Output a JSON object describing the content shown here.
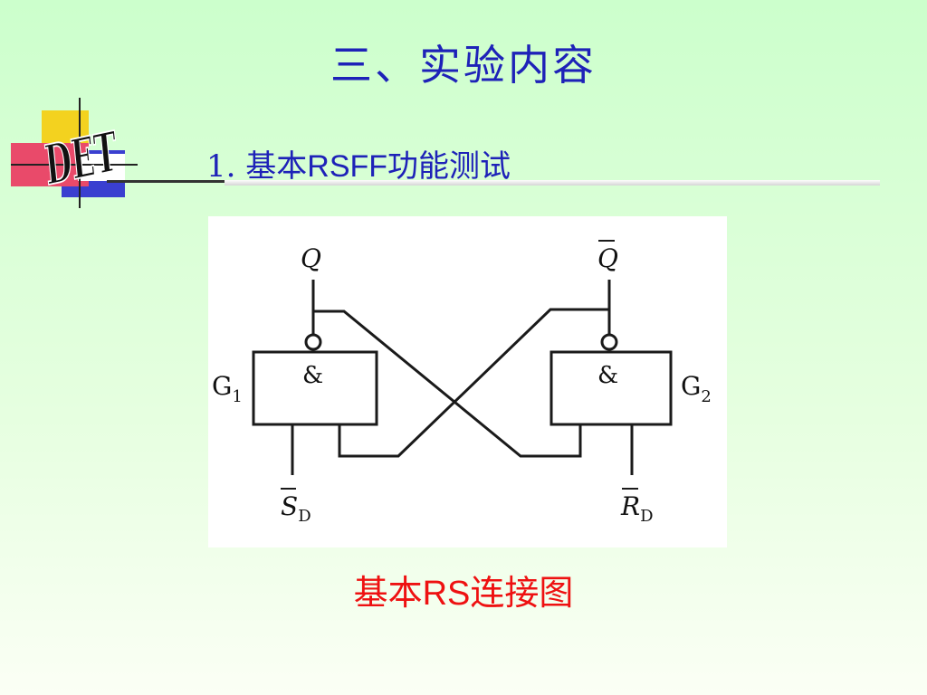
{
  "page": {
    "title": "三、实验内容",
    "logo_text": "DET",
    "subtitle": {
      "number": "1.",
      "prefix": "基本",
      "latin": "RSFF",
      "suffix": "功能测试"
    },
    "caption": {
      "prefix": "基本",
      "latin": "RS",
      "suffix": "连接图"
    }
  },
  "diagram": {
    "gate_left": {
      "symbol": "&",
      "label": "G",
      "label_sub": "1"
    },
    "gate_right": {
      "symbol": "&",
      "label": "G",
      "label_sub": "2"
    },
    "output_left": "Q",
    "output_right": "Q",
    "input_left": {
      "main": "S",
      "sub": "D"
    },
    "input_right": {
      "main": "R",
      "sub": "D"
    }
  },
  "colors": {
    "title": "#1e22b8",
    "caption": "#ee1111",
    "background": "#ccffcc"
  }
}
